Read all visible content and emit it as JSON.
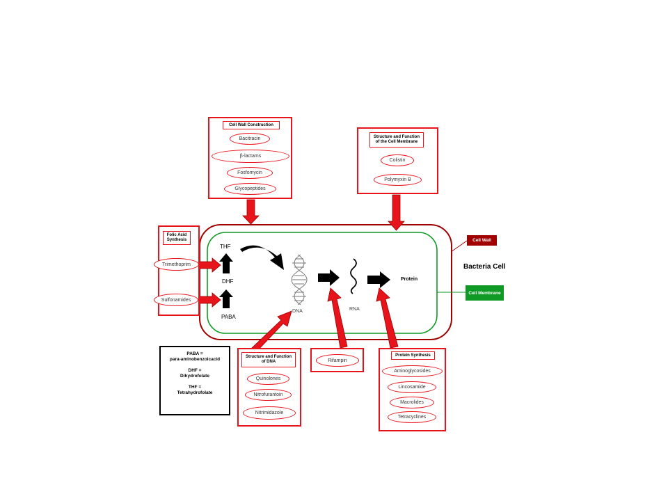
{
  "colors": {
    "accent_red": "#e8141c",
    "membrane_green": "#0e9a24",
    "cell_wall_dark": "#a00000",
    "arrow_black": "#000000"
  },
  "cell_wall_box": {
    "title": "Cell Wall Construction",
    "drugs": [
      "Bacitracin",
      "β-lactams",
      "Fosfomycin",
      "Glycopeptides"
    ]
  },
  "cell_membrane_box": {
    "title": "Structure and Function of the Cell Membrane",
    "drugs": [
      "Colistin",
      "Polymyxin B"
    ]
  },
  "folic_acid_box": {
    "title": "Folic Acid Synthesis",
    "drugs": [
      "Trimethoprim",
      "Sulfonamides"
    ]
  },
  "dna_box": {
    "title": "Structure and Function of DNA",
    "drugs": [
      "Quinolones",
      "Nitrofurantoin",
      "Nitrimidazole"
    ]
  },
  "rna_box": {
    "drugs": [
      "Rifampin"
    ]
  },
  "protein_box": {
    "title": "Protein Synthesis",
    "drugs": [
      "Aminoglycosides",
      "Lincosamide",
      "Macrolides",
      "Tetracyclines"
    ]
  },
  "cell": {
    "thf": "THF",
    "dhf": "DHF",
    "paba": "PABA",
    "dna": "DNA",
    "rna": "RNA",
    "protein": "Protein",
    "title": "Bacteria Cell",
    "cell_wall_tag": "Cell Wall",
    "cell_membrane_tag": "Cell Membrane"
  },
  "legend": [
    {
      "abbr": "PABA =",
      "full": "para-aminobenzoicacid"
    },
    {
      "abbr": "DHF =",
      "full": "Dihydrofolate"
    },
    {
      "abbr": "THF =",
      "full": "Tetrahydrofolate"
    }
  ]
}
